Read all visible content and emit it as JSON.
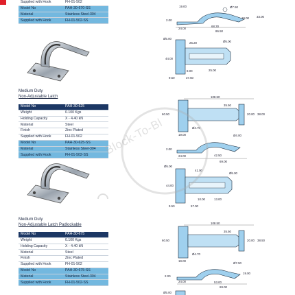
{
  "top_table": {
    "rows": [
      {
        "k": "Supplied with Hook",
        "v": "FH-01-502",
        "style": "plain"
      },
      {
        "k": "Model No",
        "v": "PAH-30-670-SS",
        "style": "hl"
      },
      {
        "k": "Material",
        "v": "Stainless Steel-304",
        "style": "hl"
      },
      {
        "k": "Supplied with Hook",
        "v": "FH-01-502-SS",
        "style": "hl"
      }
    ]
  },
  "section2": {
    "title": "Medium Duty",
    "subtitle": "Non-Adjustable Latch",
    "rows": [
      {
        "k": "Model No",
        "v": "PAH-30-625",
        "style": "head"
      },
      {
        "k": "Weight",
        "v": "0.100 Kgs",
        "style": "plain"
      },
      {
        "k": "Holding Capacity",
        "v": "X - 4.40 kN",
        "style": "plain"
      },
      {
        "k": "Material",
        "v": "Steel",
        "style": "plain"
      },
      {
        "k": "Finish",
        "v": "Zinc Plated",
        "style": "plain"
      },
      {
        "k": "Supplied with Hook",
        "v": "FH-01-502",
        "style": "plain"
      },
      {
        "k": "Model No",
        "v": "PAH-30-625-SS",
        "style": "hl"
      },
      {
        "k": "Material",
        "v": "Stainless Steel-304",
        "style": "hl"
      },
      {
        "k": "Supplied with Hook",
        "v": "FH-01-502-SS",
        "style": "hl"
      }
    ]
  },
  "section3": {
    "title": "Medium Duty",
    "subtitle": "Non-Adjustable Latch Padlockable",
    "rows": [
      {
        "k": "Model No",
        "v": "PAH-30-675",
        "style": "head"
      },
      {
        "k": "Weight",
        "v": "0.100 Kgs",
        "style": "plain"
      },
      {
        "k": "Holding Capacity",
        "v": "X - 4.40 kN",
        "style": "plain"
      },
      {
        "k": "Material",
        "v": "Steel",
        "style": "plain"
      },
      {
        "k": "Finish",
        "v": "Zinc Plated",
        "style": "plain"
      },
      {
        "k": "Supplied with Hook",
        "v": "FH-01-502",
        "style": "plain"
      },
      {
        "k": "Model No",
        "v": "PAH-30-675-SS",
        "style": "hl"
      },
      {
        "k": "Material",
        "v": "Stainless Steel-304",
        "style": "hl"
      },
      {
        "k": "Supplied with Hook",
        "v": "FH-01-502-SS",
        "style": "hl"
      }
    ]
  },
  "watermark": "Block-To-Bl",
  "dims1_side": [
    "19.00",
    "Ø7.50",
    "19.00",
    "33.00",
    "2.00",
    "24.00",
    "68.30",
    "86.50"
  ],
  "dims1_top": [
    "Ø5.00",
    "25.20",
    "Ø5.00",
    "44.00",
    "8.00",
    "9.50",
    "37.50",
    "25.00"
  ],
  "dims2_front": [
    "108.50",
    "60.50",
    "35.50",
    "20.00",
    "38.00",
    "Ø4.70",
    "19.00"
  ],
  "dims2_side": [
    "Ø4.00",
    "2.00",
    "24.00",
    "42.50",
    "69.00"
  ],
  "dims2_top": [
    "Ø5.00",
    "41.00",
    "Ø5.00",
    "44.00",
    "10.00",
    "13.00",
    "9.50",
    "57.00"
  ],
  "dims3_front": [
    "108.50",
    "60.50",
    "35.50",
    "20.00",
    "38.50",
    "Ø4.70",
    "19.00"
  ],
  "dims3_side": [
    "Ø7.50",
    "2.00",
    "24.00",
    "53.00",
    "69.00",
    "19.00"
  ],
  "dims3_top": [
    "Ø5.00"
  ],
  "colors": {
    "header": "#1c3764",
    "highlight": "#73b8df",
    "accent": "#e0202a"
  }
}
